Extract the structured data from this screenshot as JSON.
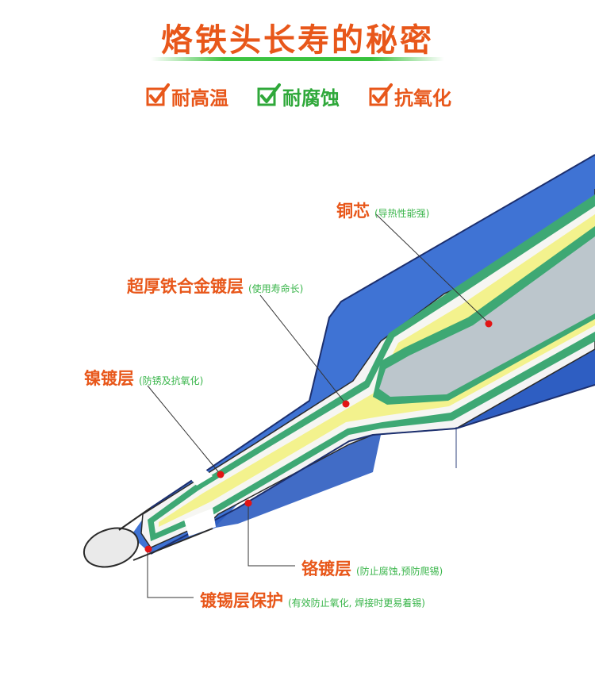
{
  "title": "烙铁头长寿的秘密",
  "features": [
    {
      "label": "耐高温",
      "color": "#e8571a"
    },
    {
      "label": "耐腐蚀",
      "color": "#2fa83a"
    },
    {
      "label": "抗氧化",
      "color": "#e8571a"
    }
  ],
  "callouts": {
    "copper_core": {
      "name": "铜芯",
      "note": "(导热性能强)"
    },
    "iron_plating": {
      "name": "超厚铁合金镀层",
      "note": "(使用寿命长)"
    },
    "nickel_plating": {
      "name": "镍镀层",
      "note": "(防锈及抗氧化)"
    },
    "chrome_plating": {
      "name": "铬镀层",
      "note": "(防止腐蚀,预防爬锡)"
    },
    "tin_plating": {
      "name": "镀锡层保护",
      "note": "(有效防止氧化, 焊接时更易着锡)"
    }
  },
  "colors": {
    "accent": "#e8571a",
    "green": "#39b54a",
    "blue_body": "#3f73d4",
    "yellow_layer": "#f3f28d",
    "copper_core_fill": "#bcc6cc",
    "marker": "#e21515"
  }
}
